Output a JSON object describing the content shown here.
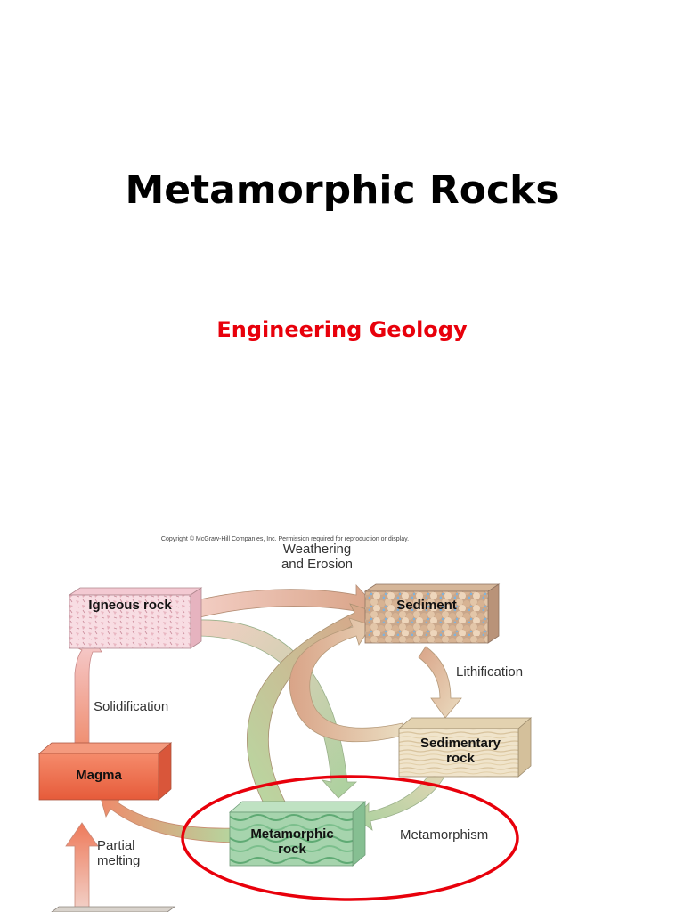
{
  "slide": {
    "title": "Metamorphic Rocks",
    "subtitle": "Engineering Geology",
    "subtitle_color": "#e8000b"
  },
  "diagram": {
    "copyright": "Copyright © McGraw-Hill Companies, Inc. Permission required for reproduction or display.",
    "boxes": {
      "igneous": "Igneous rock",
      "sediment": "Sediment",
      "sedimentary": "Sedimentary rock",
      "magma": "Magma",
      "metamorphic": "Metamorphic rock"
    },
    "processes": {
      "weathering": "Weathering and Erosion",
      "lithification": "Lithification",
      "solidification": "Solidification",
      "partial_melting": "Partial melting",
      "metamorphism": "Metamorphism"
    },
    "colors": {
      "highlight_ellipse": "#e8000b",
      "igneous": "#f6d3dc",
      "sediment": "#d6b79a",
      "sedimentary": "#ece0c6",
      "magma": "#ef6f4f",
      "metamorphic": "#9fcfa6"
    }
  }
}
